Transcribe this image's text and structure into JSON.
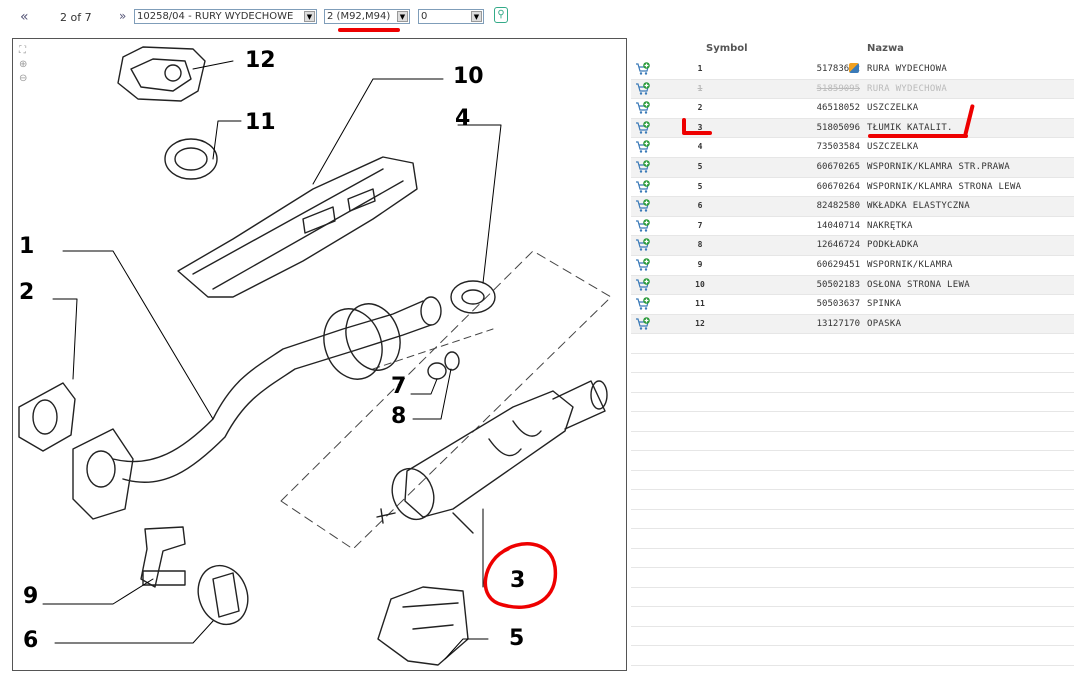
{
  "toolbar": {
    "prev_icon": "«",
    "page_indicator": "2 of 7",
    "next_icon": "»",
    "group_value": "10258/04 - RURY WYDECHOWE",
    "model_value": "2 (M92,M94)",
    "rev_value": "0",
    "search_icon": "search-icon"
  },
  "diagram": {
    "callouts": {
      "c1": "1",
      "c2": "2",
      "c3": "3",
      "c4": "4",
      "c5": "5",
      "c6": "6",
      "c7": "7",
      "c8": "8",
      "c9": "9",
      "c10": "10",
      "c11": "11",
      "c12": "12"
    }
  },
  "table": {
    "col_symbol": "Symbol",
    "col_name": "Nazwa",
    "rows": [
      {
        "pos": "1",
        "number": "51783692",
        "name": "RURA WYDECHOWA",
        "struck": false,
        "has_info_icon": true
      },
      {
        "pos": "1",
        "number": "51859095",
        "name": "RURA WYDECHOWA",
        "struck": true,
        "has_info_icon": false
      },
      {
        "pos": "2",
        "number": "46518052",
        "name": "USZCZELKA",
        "struck": false,
        "has_info_icon": false
      },
      {
        "pos": "3",
        "number": "51805096",
        "name": "TŁUMIK KATALIT.",
        "struck": false,
        "has_info_icon": false
      },
      {
        "pos": "4",
        "number": "73503584",
        "name": "USZCZELKA",
        "struck": false,
        "has_info_icon": false
      },
      {
        "pos": "5",
        "number": "60670265",
        "name": "WSPORNIK/KLAMRA STR.PRAWA",
        "struck": false,
        "has_info_icon": false
      },
      {
        "pos": "5",
        "number": "60670264",
        "name": "WSPORNIK/KLAMRA STRONA LEWA",
        "struck": false,
        "has_info_icon": false
      },
      {
        "pos": "6",
        "number": "82482580",
        "name": "WKŁADKA ELASTYCZNA",
        "struck": false,
        "has_info_icon": false
      },
      {
        "pos": "7",
        "number": "14040714",
        "name": "NAKRĘTKA",
        "struck": false,
        "has_info_icon": false
      },
      {
        "pos": "8",
        "number": "12646724",
        "name": "PODKŁADKA",
        "struck": false,
        "has_info_icon": false
      },
      {
        "pos": "9",
        "number": "60629451",
        "name": "WSPORNIK/KLAMRA",
        "struck": false,
        "has_info_icon": false
      },
      {
        "pos": "10",
        "number": "50502183",
        "name": "OSŁONA STRONA LEWA",
        "struck": false,
        "has_info_icon": false
      },
      {
        "pos": "11",
        "number": "50503637",
        "name": "SPINKA",
        "struck": false,
        "has_info_icon": false
      },
      {
        "pos": "12",
        "number": "13127170",
        "name": "OPASKA",
        "struck": false,
        "has_info_icon": false
      }
    ]
  },
  "colors": {
    "annotation_red": "#e00000",
    "cart_icon": "#3a7ab8",
    "struck_text": "#bbbbbb"
  }
}
